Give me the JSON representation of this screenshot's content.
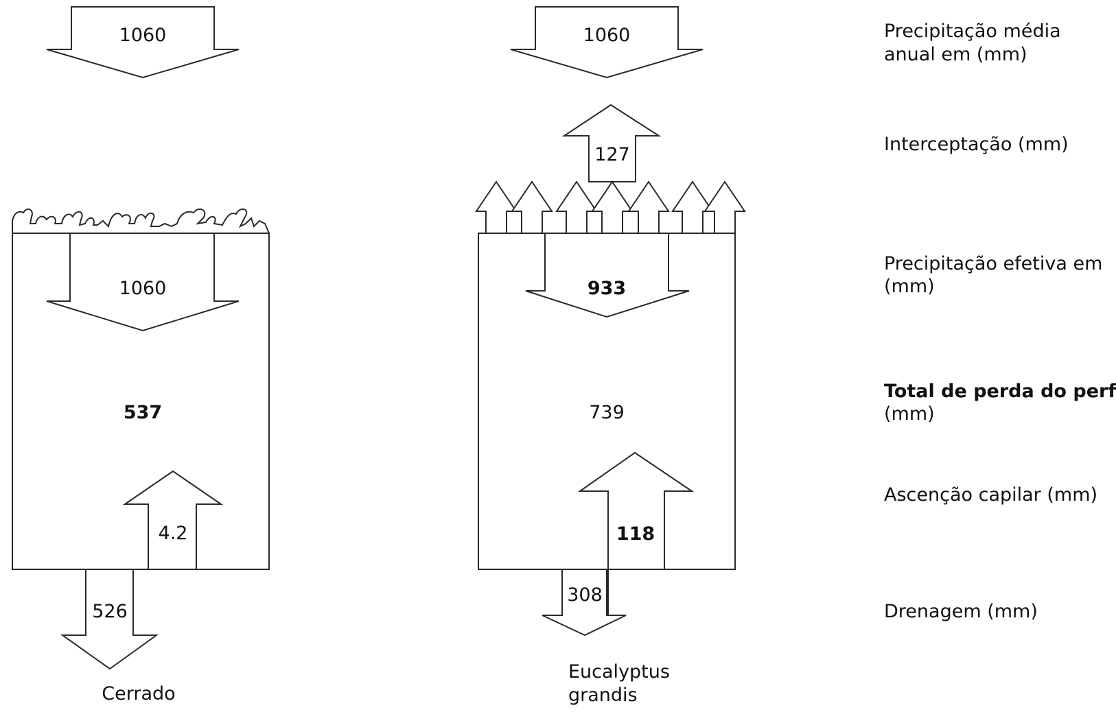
{
  "labels": {
    "precipitacao_media": [
      "Precipitação média",
      "anual em (mm)"
    ],
    "interceptacao": "Interceptação (mm)",
    "precipitacao_efetiva": [
      "Precipitação efetiva em",
      "(mm)"
    ],
    "total_perda": [
      "Total de perda do perfil",
      "(mm)"
    ],
    "ascencao": "Ascenção capilar (mm)",
    "drenagem": "Drenagem (mm)"
  },
  "cerrado": {
    "name": "Cerrado",
    "precipitacao_media": "1060",
    "precipitacao_efetiva": "1060",
    "total_perda": "537",
    "ascencao": "4.2",
    "drenagem": "526"
  },
  "eucalyptus": {
    "name": [
      "Eucalyptus",
      "grandis"
    ],
    "precipitacao_media": "1060",
    "interceptacao": "127",
    "precipitacao_efetiva": "933",
    "total_perda": "739",
    "ascencao": "118",
    "drenagem": "308"
  }
}
